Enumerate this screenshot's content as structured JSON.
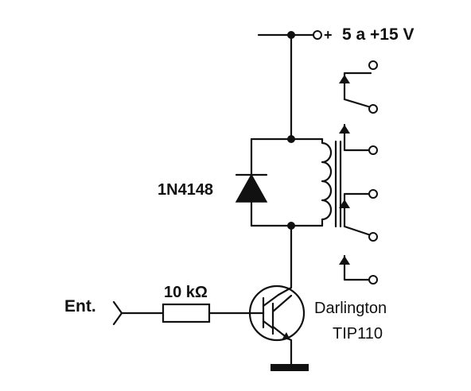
{
  "labels": {
    "supply": "5 a +15 V",
    "supply_plus": "+",
    "diode": "1N4148",
    "resistor": "10 kΩ",
    "input": "Ent.",
    "transistor_type": "Darlington",
    "transistor_model": "TIP110"
  },
  "colors": {
    "ink": "#111111",
    "background": "#ffffff"
  }
}
